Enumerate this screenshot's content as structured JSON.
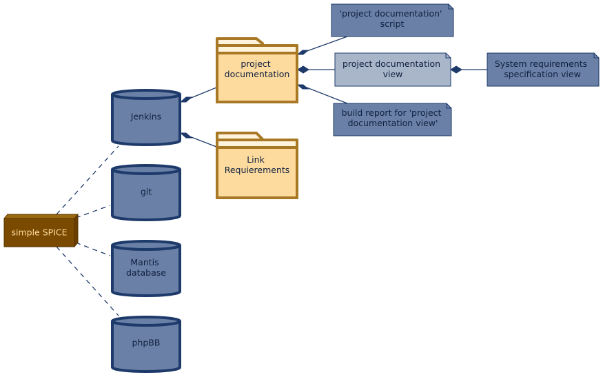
{
  "colors": {
    "node_fill": "#6a80a6",
    "node_stroke": "#1d3a6a",
    "folder_fill": "#fddb9e",
    "folder_tab": "#fff3dc",
    "folder_stroke": "#a87825",
    "view_fill": "#a9b6c9",
    "spice_fill": "#7a4a00",
    "spice_top": "#9a6810",
    "spice_text": "#fddb9e",
    "line": "#1d3a6a",
    "text": "#102040"
  },
  "nodes": {
    "simple_spice": {
      "label": "simple SPICE"
    },
    "jenkins": {
      "label": "Jenkins"
    },
    "git": {
      "label": "git"
    },
    "mantis": {
      "label_lines": [
        "Mantis",
        "database"
      ]
    },
    "phpbb": {
      "label": "phpBB"
    },
    "folder_project_documentation": {
      "label_lines": [
        "project",
        "documentation"
      ]
    },
    "folder_link_requirements": {
      "label_lines": [
        "Link",
        "Requierements"
      ]
    },
    "note_script": {
      "label_lines": [
        "'project documentation'",
        "script"
      ]
    },
    "note_view": {
      "label_lines": [
        "project documentation",
        "view"
      ]
    },
    "note_build_report": {
      "label_lines": [
        "build report for 'project",
        "documentation view'"
      ]
    },
    "note_srs_view": {
      "label_lines": [
        "System requirements",
        "specification view"
      ]
    }
  }
}
